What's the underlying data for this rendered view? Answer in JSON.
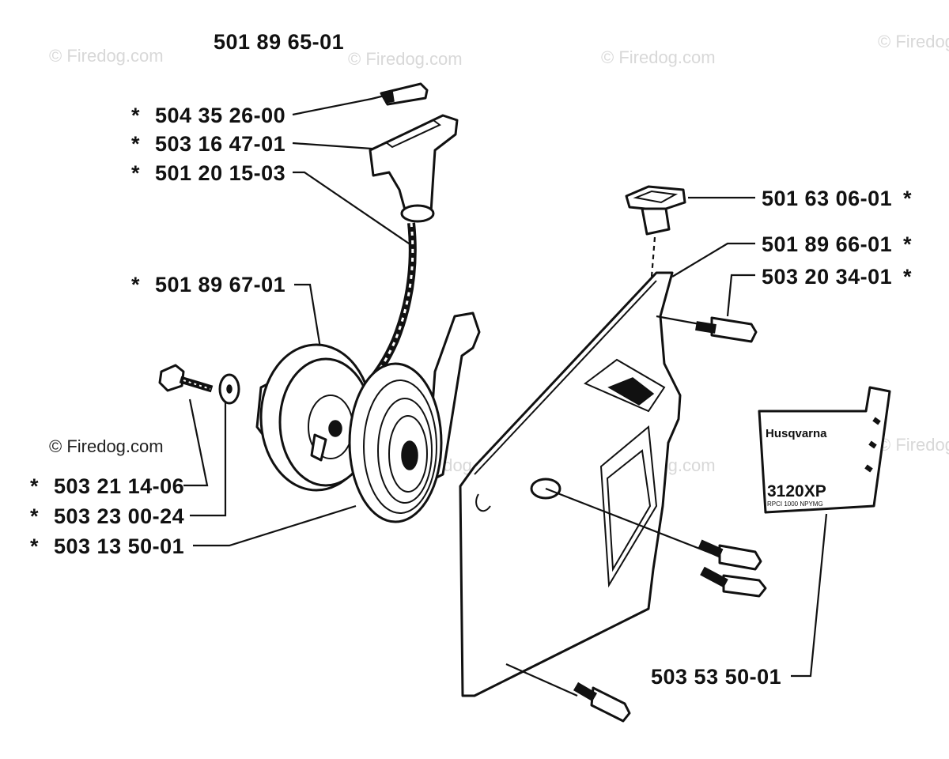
{
  "watermark": "© Firedog.com",
  "assembly_number": "501 89 65-01",
  "callouts": [
    {
      "id": "c1",
      "star": "*",
      "label": "504 35 26-00"
    },
    {
      "id": "c2",
      "star": "*",
      "label": "503 16 47-01"
    },
    {
      "id": "c3",
      "star": "*",
      "label": "501 20 15-03"
    },
    {
      "id": "c4",
      "star": "*",
      "label": "501 89 67-01"
    },
    {
      "id": "c5",
      "star": "*",
      "label": "503 21 14-06"
    },
    {
      "id": "c6",
      "star": "*",
      "label": "503 23 00-24"
    },
    {
      "id": "c7",
      "star": "*",
      "label": "503 13 50-01"
    },
    {
      "id": "c8",
      "star": "*",
      "label": "501 63 06-01"
    },
    {
      "id": "c9",
      "star": "*",
      "label": "501 89 66-01"
    },
    {
      "id": "c10",
      "star": "*",
      "label": "503 20 34-01"
    },
    {
      "id": "c11",
      "star": "",
      "label": "503 53 50-01"
    }
  ],
  "decal": {
    "brand": "Husqvarna",
    "model": "3120XP",
    "subtext": "RPCI 1000 NPYMG"
  }
}
